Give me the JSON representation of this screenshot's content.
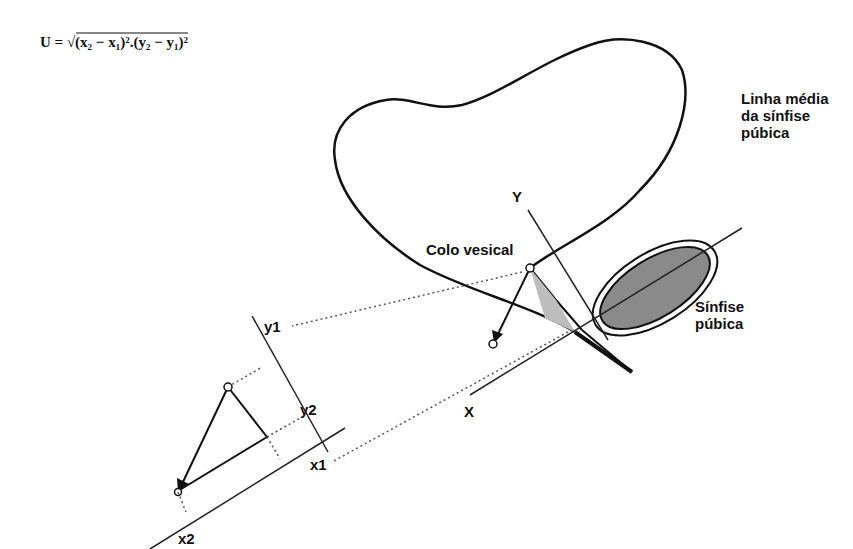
{
  "diagram": {
    "labels": [
      "U = √(x₂ − x₁)².(y₂ − y₁)²",
      "Linha média da sínfise púbica",
      "Y",
      "Colo vesical",
      "Sínfise púbica",
      "X",
      "y1",
      "y2",
      "x1",
      "x2"
    ]
  }
}
